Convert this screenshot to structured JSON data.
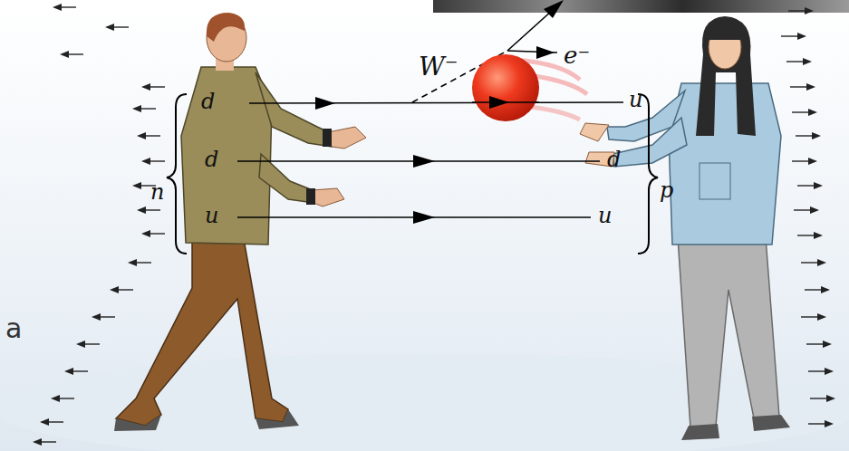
{
  "diagram": {
    "labels": [
      "W⁻",
      "e⁻",
      "d",
      "u",
      "d",
      "d",
      "n",
      "p",
      "u",
      "u",
      "a"
    ]
  }
}
